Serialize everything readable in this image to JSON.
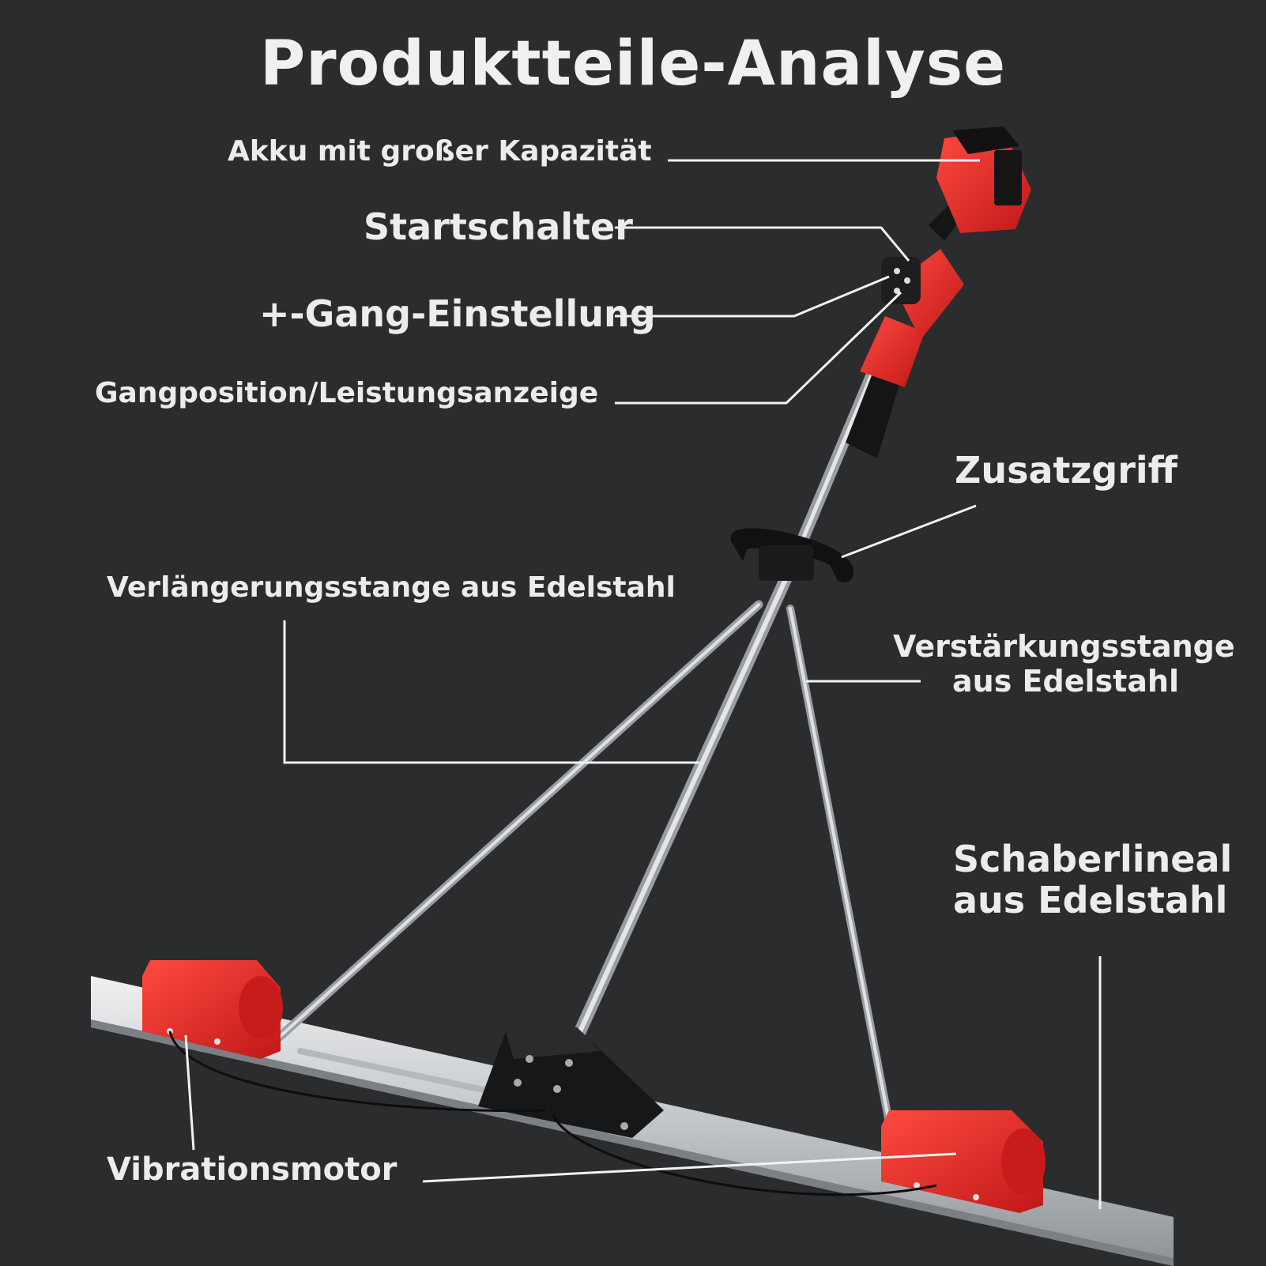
{
  "title": "Produktteile-Analyse",
  "labels": {
    "akku": "Akku mit großer Kapazität",
    "startschalter": "Startschalter",
    "gang_einstellung": "+-Gang-Einstellung",
    "gangposition": "Gangposition/Leistungsanzeige",
    "zusatzgriff": "Zusatzgriff",
    "verlaengerungsstange": "Verlängerungsstange aus Edelstahl",
    "verstaerkung_line1": "Verstärkungsstange",
    "verstaerkung_line2": "aus Edelstahl",
    "schaberlineal_line1": "Schaberlineal",
    "schaberlineal_line2": "aus Edelstahl",
    "vibrationsmotor": "Vibrationsmotor"
  },
  "colors": {
    "background": "#2b2c2e",
    "text": "#ececec",
    "leader_line": "#f2f2f2",
    "tool_red": "#e02424",
    "steel": "#c9cbcd"
  }
}
